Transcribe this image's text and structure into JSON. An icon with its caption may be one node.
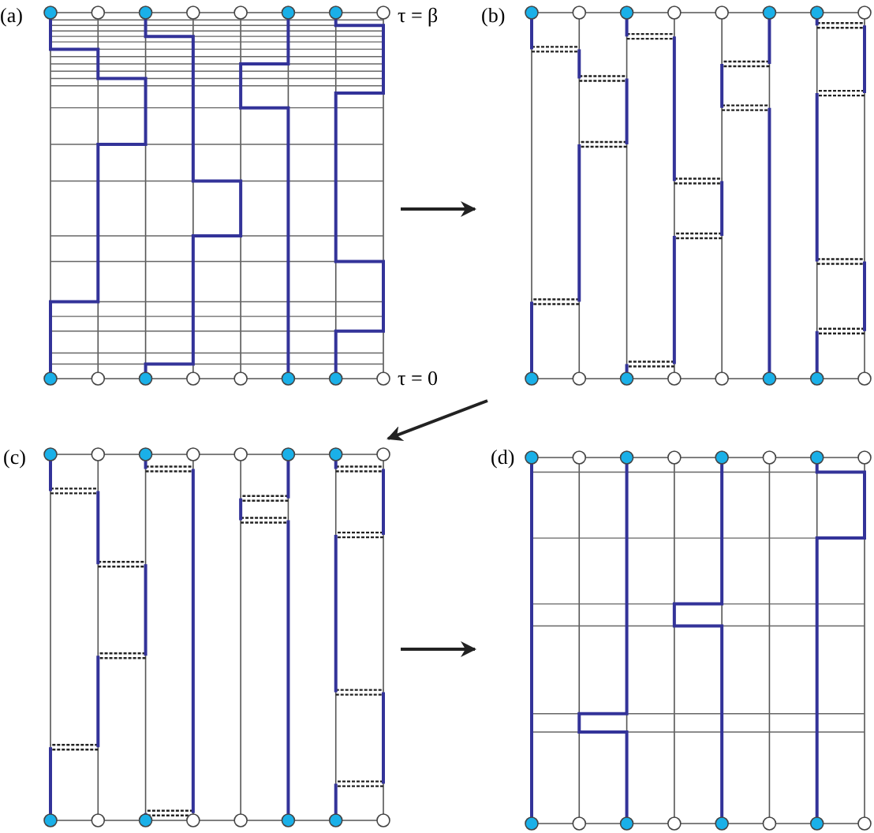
{
  "diagram": {
    "nodes": [
      {
        "text": [
          "(a)"
        ]
      },
      {
        "text": [
          "(b)"
        ]
      },
      {
        "text": [
          "(c)"
        ]
      },
      {
        "text": [
          "(d)"
        ]
      }
    ],
    "edges": [
      {
        "from": 0,
        "to": 1,
        "arrow": "to"
      },
      {
        "from": 1,
        "to": 2,
        "arrow": "to"
      },
      {
        "from": 2,
        "to": 3,
        "arrow": "to"
      }
    ],
    "labels": [
      "τ = β",
      "τ = 0"
    ]
  }
}
